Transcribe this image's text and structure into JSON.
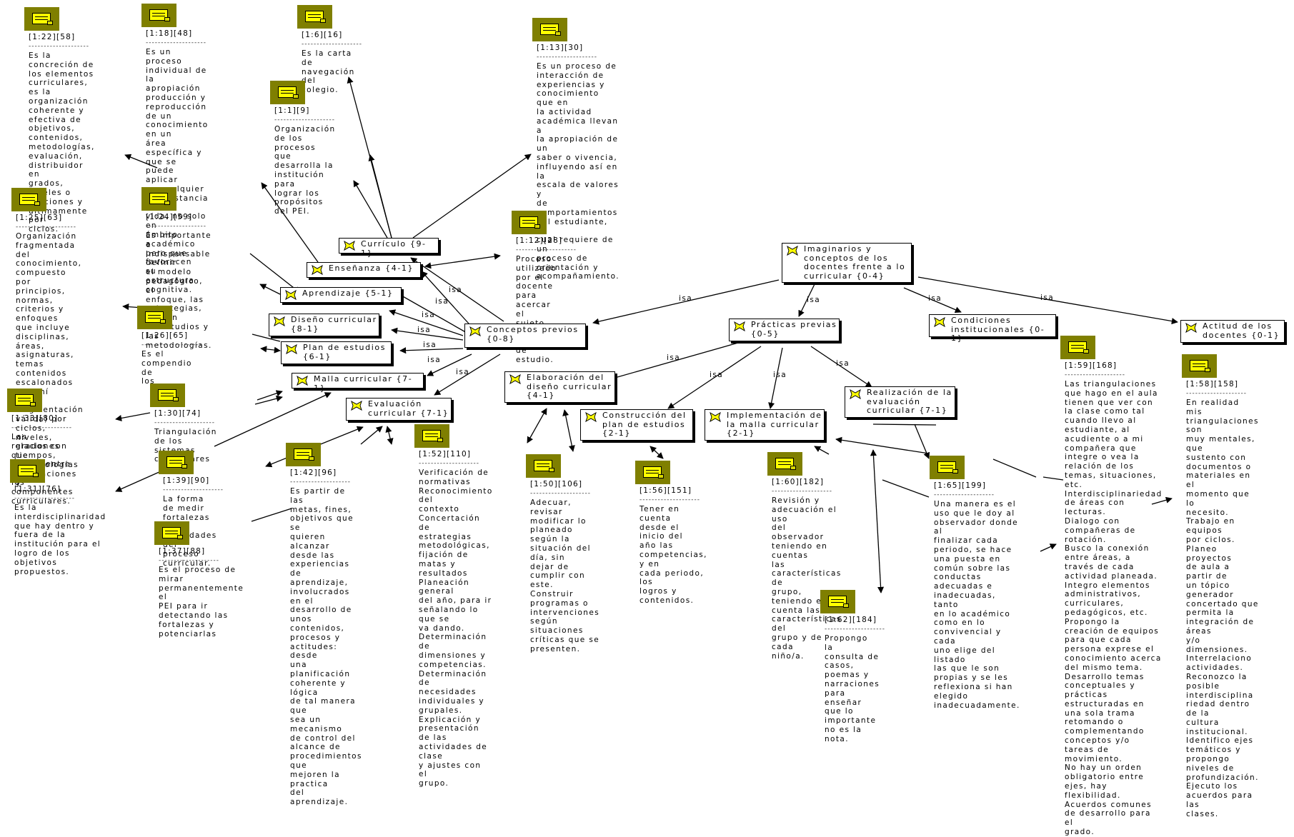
{
  "colors": {
    "quote_icon_bg": "#7f7f00",
    "quote_icon_sheet": "#ffff00",
    "concept_icon": "#ffff00",
    "line": "#000000"
  },
  "icons": {
    "quote": "quotation-note-icon",
    "concept": "concept-node-icon"
  },
  "concepts": {
    "curriculo": "Currículo {9-1}",
    "ensenanza": "Enseñanza {4-1}",
    "aprendizaje": "Aprendizaje {5-1}",
    "diseno": "Diseño curricular\n{8-1}",
    "plan": "Plan de estudios\n{6-1}",
    "malla": "Malla curricular {7-1}",
    "evaluacion": "Evaluación\ncurricular {7-1}",
    "conceptos": "Conceptos previos\n{0-8}",
    "elaboracion": "Elaboración del\ndiseño curricular\n{4-1}",
    "construccion": "Construcción del\nplan de estudios\n{2-1}",
    "implementacion": "Implementación de\nla malla curricular\n{2-1}",
    "imaginarios": "Imaginarios y\nconceptos de los\ndocentes frente a lo\ncurricular {0-4}",
    "practicas": "Prácticas previas\n{0-5}",
    "condiciones": "Condiciones\ninstitucionales {0-1}",
    "actitud": "Actitud de los\ndocentes {0-1}",
    "realizacion": "Realización de la\nevaluación\ncurricular {7-1}"
  },
  "link_label": "isa",
  "separator": "--------------------",
  "quotes": {
    "q122": {
      "id": "[1:22][58]",
      "text": "Es la concreción de\nlos elementos\ncurriculares, es la\norganización\ncoherente y\nefectiva de\nobjetivos,\ncontenidos,\nmetodologías,\nevaluación,\ndistribuidor en\ngrados, niveles o\nsecciones y\núltimamente por\nciclos."
    },
    "q118": {
      "id": "[1:18][48]",
      "text": "Es un proceso\nindividual de la\napropiación\nproducción y\nreproducción de un\nconocimiento en un\nárea específica y\nque se puede aplicar\nen cualquier\ncircunstancia de la\nvida, no solo en\námbito académico\npero que favorecen\nsu estructura\ncognitiva."
    },
    "q16": {
      "id": "[1:6][16]",
      "text": "Es la carta de\nnavegación del\ncolegio."
    },
    "q11": {
      "id": "[1:1][9]",
      "text": "Organización de los\nprocesos que\ndesarrolla la\ninstitución para\nlograr los propósitos\ndel PEI."
    },
    "q113": {
      "id": "[1:13][30]",
      "text": "Es un proceso de\ninteracción de\nexperiencias y\nconocimiento que en\nla actividad\nacadémica llevan a\nla apropiación de un\nsaber o vivencia,\ninfluyendo así en la\nescala de valores y\nde comportamientos\ndel estudiante, lo\ncual requiere de un\nproceso de\norientación y\nacompañamiento."
    },
    "q125": {
      "id": "[1:25][63]",
      "text": "Organización\nfragmentada del\nconocimiento,\ncompuesto por\nprincipios, normas,\ncriterios y enfoques\nque incluye\ndisciplinas, áreas,\nasignaturas, temas\ncontenidos\nescalonados (de ahí\nla fragmentación\nválida) por ciclos,\nniveles, grados con\ntiempos,\nmetodologías\nevaluaciones y"
    },
    "q124": {
      "id": "[1:24][59]",
      "text": "Es importante e\nindispensable definir\nel modelo\npedagógico, el\nenfoque, las\nestrategias, el plan\nde estudios y las\nmetodologías."
    },
    "q112": {
      "id": "[1:12][28]",
      "text": "Proceso utilizado\npor el docente para\nacercar el sujeto al\nobjeto de estudio."
    },
    "q126": {
      "id": "[1:26][65]",
      "text": "Es el compendio de\nlos programas de\nestudio de una\ninstitución educativa"
    },
    "q133": {
      "id": "[1:33][80]",
      "text": "Las relaciones que\nse dan entre todos\nlos componentes\ncurriculares."
    },
    "q130": {
      "id": "[1:30][74]",
      "text": "Triangulación de los\nsistemas\ncurriculares"
    },
    "q131": {
      "id": "[1:31][76]",
      "text": "Es la\ninterdisciplinaridad\nque hay dentro y\nfuera de la\ninstitución para el\nlogro de los\nobjetivos\npropuestos."
    },
    "q139": {
      "id": "[1:39][90]",
      "text": "La forma de medir\nfortalezas y\ndebilidades del\nproceso curricular."
    },
    "q137": {
      "id": "[1:37][88]",
      "text": "Es el proceso de\nmirar\npermanentemente el\nPEI para ir\ndetectando las\nfortalezas y\npotenciarlas"
    },
    "q142": {
      "id": "[1:42][96]",
      "text": "Es partir de las\nmetas, fines,\nobjetivos que se\nquieren alcanzar\ndesde las\nexperiencias de\naprendizaje,\ninvolucrados en el\ndesarrollo de unos\ncontenidos,\nprocesos y\nactitudes: desde\nuna planificación\ncoherente y lógica\nde tal manera que\nsea un mecanismo\nde control del\nalcance de\nprocedimientos que\nmejoren la practica\ndel aprendizaje."
    },
    "q152": {
      "id": "[1:52][110]",
      "text": "Verificación de\nnormativas\nReconocimiento del\ncontexto\nConcertación de\nestrategias\nmetodológicas,\nfijación de matas y\nresultados\nPlaneación general\ndel año, para ir\nseñalando lo que se\nva dando.\nDeterminación de\ndimensiones y\ncompetencias.\nDeterminación de\nnecesidades\nindividuales y\ngrupales.\nExplicación y\npresentación de las\nactividades de clase\ny ajustes con el\ngrupo."
    },
    "q150": {
      "id": "[1:50][106]",
      "text": "Adecuar, revisar\nmodificar lo\nplaneado según la\nsituación del día, sin\ndejar de cumplir con\neste.\nConstruir\nprogramas o\nintervenciones\nsegún situaciones\ncríticas que se\npresenten."
    },
    "q156": {
      "id": "[1:56][151]",
      "text": "Tener en cuenta\ndesde el inicio del\naño las\ncompetencias, y en\ncada periodo, los\nlogros y contenidos."
    },
    "q160": {
      "id": "[1:60][182]",
      "text": "Revisión y\nadecuación el uso\ndel observador\nteniendo en cuentas\nlas características de\ngrupo, teniendo en\ncuenta las\ncaracterísticas del\ngrupo y de cada\nniño/a."
    },
    "q162": {
      "id": "[1:62][184]",
      "text": "Propongo la\nconsulta de casos,\npoemas y\nnarraciones para\nenseñar que lo\nimportante no es la\nnota."
    },
    "q165": {
      "id": "[1:65][199]",
      "text": "Una manera es el\nuso que le doy al\nobservador donde al\nfinalizar cada\nperiodo, se hace\nuna puesta en\ncomún sobre las\nconductas\nadecuadas e\ninadecuadas, tanto\nen lo académico\ncomo en lo\nconvivencial y cada\nuno elige del listado\nlas que le son\npropias y se les\nreflexiona si han\nelegido\ninadecuadamente."
    },
    "q159": {
      "id": "[1:59][168]",
      "text": "Las triangulaciones\nque hago en el aula\ntienen que ver con\nla clase como tal\ncuando llevo al\nestudiante, al\nacudiente o a mi\ncompañera que\nintegre o vea la\nrelación de los\ntemas, situaciones,\netc.\nInterdisciplinariedad\nde áreas con\nlecturas.\nDialogo con\ncompañeras de\nrotación.\nBusco la conexión\nentre áreas, a\ntravés de cada\nactividad planeada.\nIntegro elementos\nadministrativos,\ncurriculares,\npedagógicos, etc.\nPropongo la\ncreación de equipos\npara que cada\npersona exprese el\nconocimiento acerca\ndel mismo tema.\nDesarrollo temas\nconceptuales y\nprácticas\nestructuradas en\nuna sola trama\nretomando o\ncomplementando\nconceptos y/o\ntareas de\nmovimiento.\nNo hay un orden\nobligatorio entre\nejes, hay\nflexibilidad.\nAcuerdos comunes\nde desarrollo para el\ngrado."
    },
    "q158": {
      "id": "[1:58][158]",
      "text": "En realidad mis\ntriangulaciones son\nmuy mentales, que\nsustento con\ndocumentos o\nmateriales en el\nmomento que lo\nnecesito.\nTrabajo en equipos\npor ciclos.\nPlaneo proyectos\nde aula a partir de\nun tópico generador\nconcertado que\npermita la\nintegración de áreas\ny/o dimensiones.\nInterrelaciono\nactividades.\nReconozco la\nposible interdisciplina\nriedad dentro de la\ncultura institucional.\nIdentifico ejes\ntemáticos y\npropongo niveles de\nprofundización.\nEjecuto los\nacuerdos para las\nclases."
    }
  }
}
